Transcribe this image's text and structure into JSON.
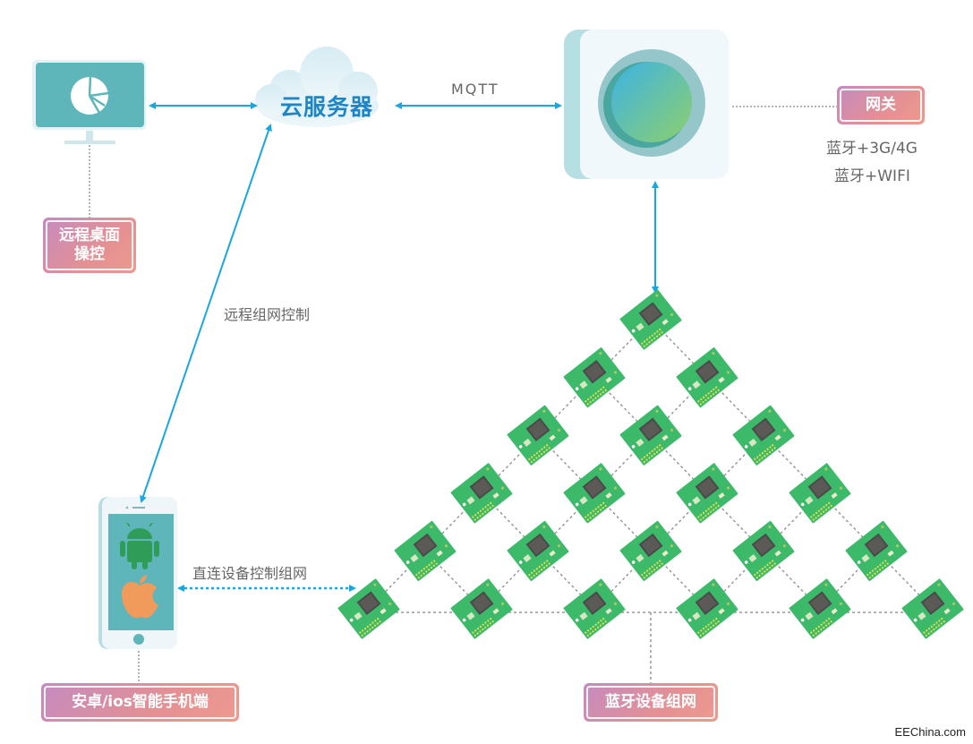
{
  "colors": {
    "arrow": "#1aa6e0",
    "dash": "#999999",
    "monitor": "#5eb6ba",
    "tag_start": "#c48bc0",
    "tag_end": "#ee9a8e",
    "board": "#3db96a",
    "cloud_text": "#1e86c6"
  },
  "nodes": {
    "cloud": {
      "label": "云服务器",
      "icon": "cloud-icon"
    },
    "desktop": {
      "icon": "monitor-pie-chart-icon",
      "tag": "远程桌面\n操控",
      "tag_line1": "远程桌面",
      "tag_line2": "操控"
    },
    "gateway": {
      "icon": "gateway-device-icon",
      "tag": "网关",
      "spec_1": "蓝牙+3G/4G",
      "spec_2": "蓝牙+WIFI"
    },
    "phone": {
      "icons": [
        "android-icon",
        "apple-icon"
      ],
      "tag": "安卓/ios智能手机端"
    },
    "mesh": {
      "tag": "蓝牙设备组网",
      "rows": 6,
      "board_icon": "bluetooth-module-board-icon",
      "board_count": 21
    }
  },
  "links": {
    "cloud_gateway": "MQTT",
    "cloud_phone": "远程组网控制",
    "phone_mesh": "直连设备控制组网"
  },
  "watermark": "EEChina.com"
}
